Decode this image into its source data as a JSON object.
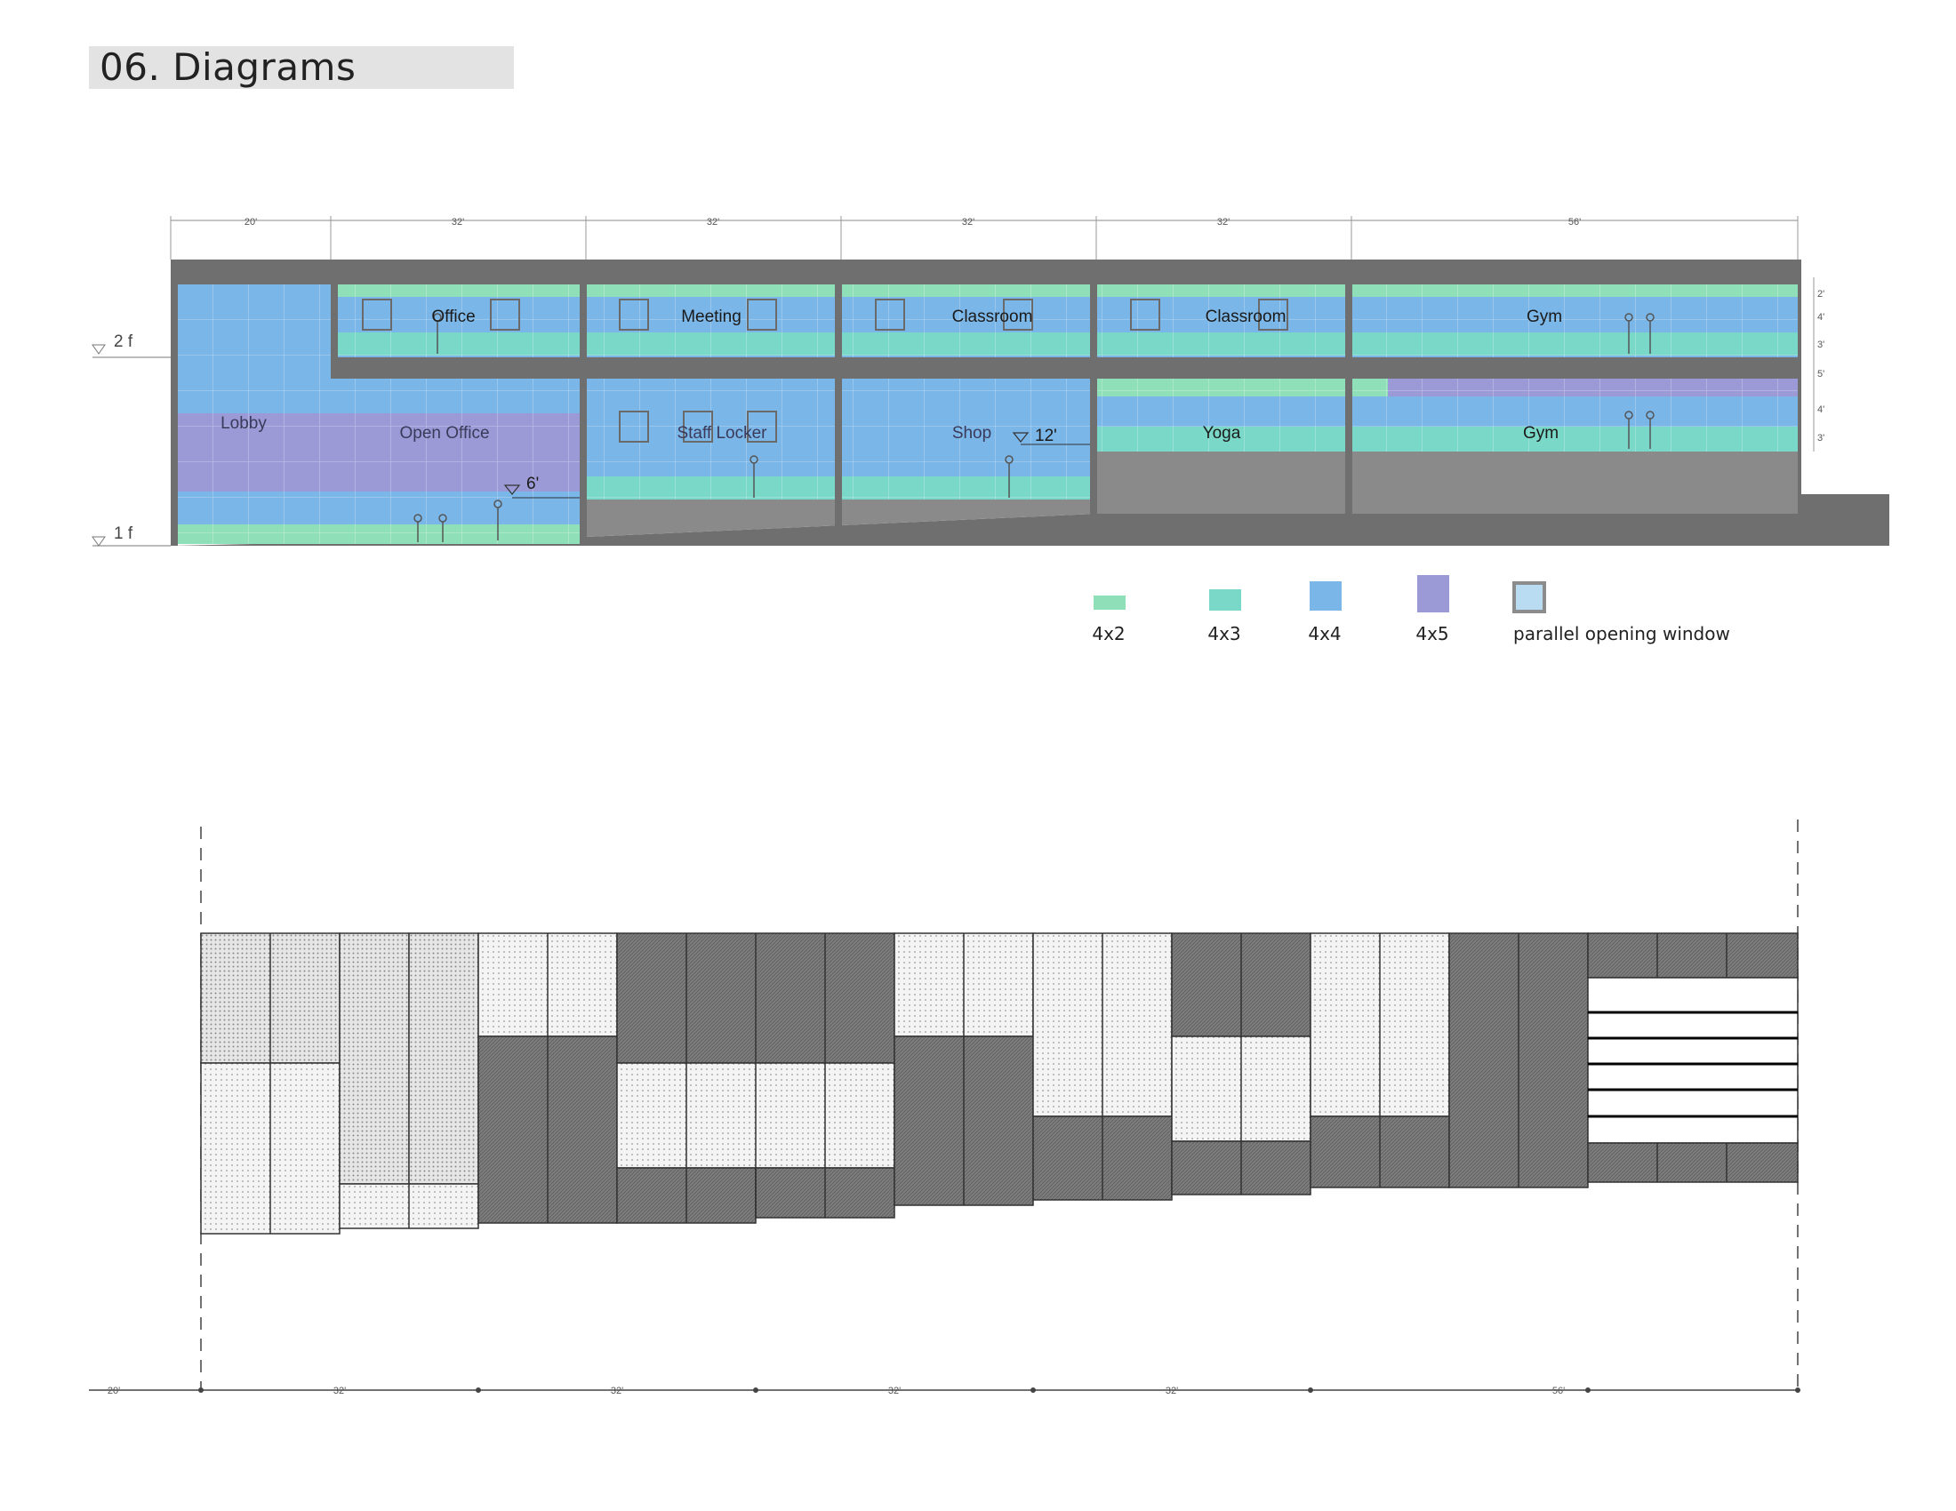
{
  "page": {
    "title": "06. Diagrams"
  },
  "elevation": {
    "bay_dims": [
      "20'",
      "32'",
      "32'",
      "32'",
      "32'",
      "56'"
    ],
    "rooms_upper": [
      "Office",
      "Meeting",
      "Classroom",
      "Classroom",
      "Gym"
    ],
    "rooms_lower": [
      "Lobby",
      "Open Office",
      "Staff Locker",
      "Shop",
      "Yoga",
      "Gym"
    ],
    "levels": [
      "2 f",
      "1 f"
    ],
    "markers": [
      "6'",
      "12'"
    ],
    "right_dims": [
      "2'",
      "4'",
      "3'",
      "5'",
      "4'",
      "3'"
    ]
  },
  "legend": {
    "items": [
      {
        "label": "4x2",
        "color": "#8fe0b8"
      },
      {
        "label": "4x3",
        "color": "#7ad8c8"
      },
      {
        "label": "4x4",
        "color": "#7bb6e8"
      },
      {
        "label": "4x5",
        "color": "#9c9ad6"
      },
      {
        "label": "parallel opening window",
        "color": "#b9dcf2"
      }
    ]
  },
  "panel_diagram": {
    "bottom_dims": [
      "20'",
      "32'",
      "32'",
      "32'",
      "32'",
      "56'"
    ]
  }
}
